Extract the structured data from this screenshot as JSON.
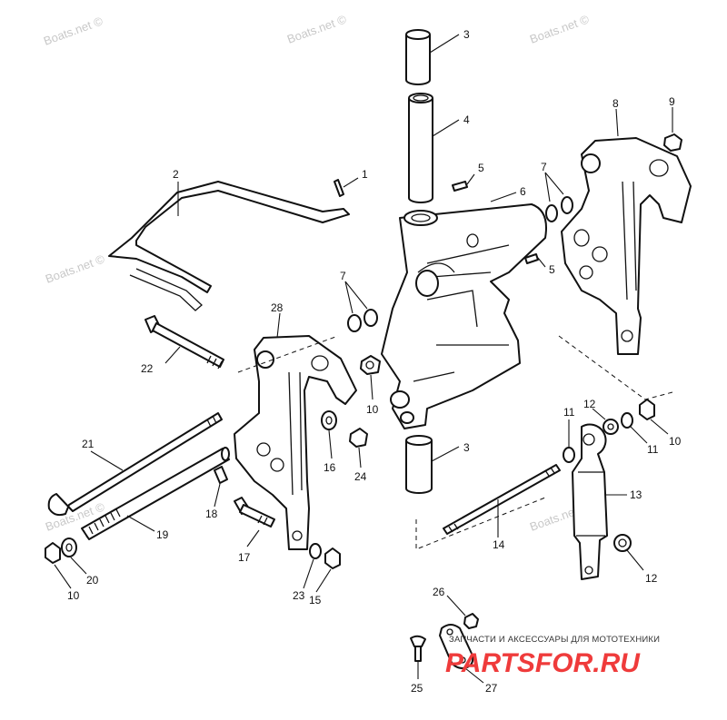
{
  "watermarks": [
    "Boats.net ©",
    "Boats.net ©",
    "Boats.net ©",
    "Boats.net ©",
    "Boats.net ©",
    "Boats.net ©"
  ],
  "callouts": {
    "c1": "1",
    "c2": "2",
    "c3a": "3",
    "c3b": "3",
    "c4": "4",
    "c5a": "5",
    "c5b": "5",
    "c6": "6",
    "c7a": "7",
    "c7b": "7",
    "c8": "8",
    "c9": "9",
    "c10a": "10",
    "c10b": "10",
    "c10c": "10",
    "c11a": "11",
    "c11b": "11",
    "c12a": "12",
    "c12b": "12",
    "c13": "13",
    "c14": "14",
    "c15": "15",
    "c16": "16",
    "c17": "17",
    "c18": "18",
    "c19": "19",
    "c20": "20",
    "c21": "21",
    "c22": "22",
    "c23": "23",
    "c24": "24",
    "c25": "25",
    "c26": "26",
    "c27": "27",
    "c28": "28"
  },
  "brand": {
    "tagline": "ЗАПЧАСТИ И АКСЕССУАРЫ ДЛЯ МОТОТЕХНИКИ",
    "logo": "PARTSFOR.RU",
    "logo_color": "#ef3b3b"
  }
}
